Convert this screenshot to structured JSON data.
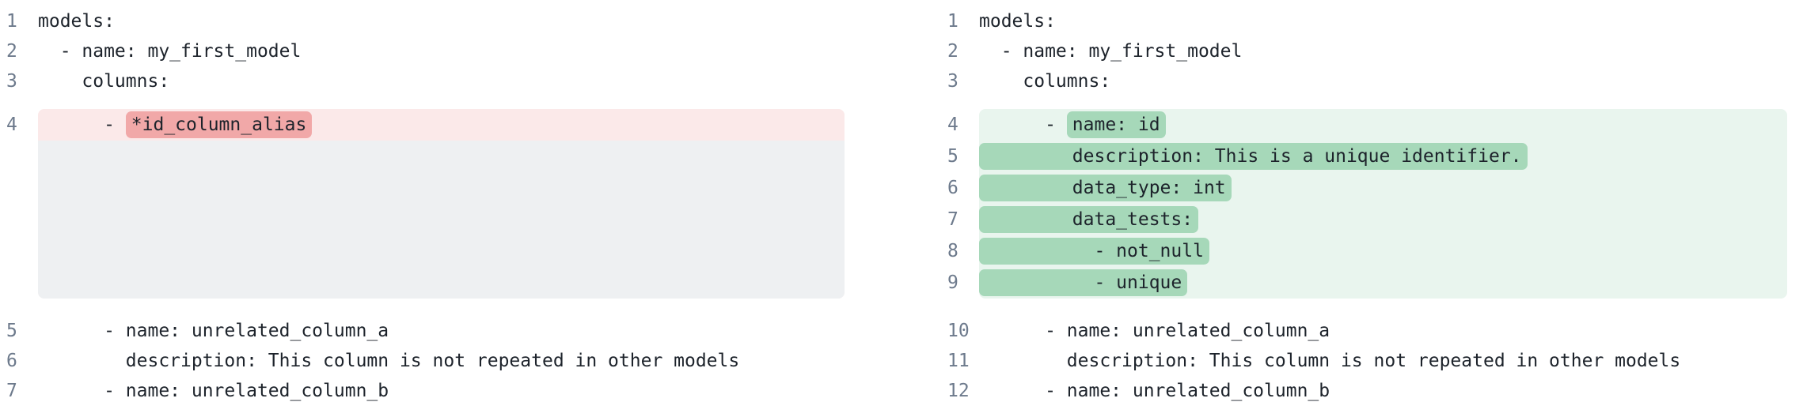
{
  "view": {
    "kind": "side-by-side-yaml-diff",
    "file_language": "yaml"
  },
  "colors": {
    "removed_row_bg": "#fbe9e9",
    "removed_token_bg": "#f1a8a8",
    "added_block_bg": "#e9f5ee",
    "added_token_bg": "#a6d8b9",
    "placeholder_bg": "#eef0f2",
    "line_number": "#6d7a8c",
    "code_text": "#1d232b"
  },
  "left_panel": {
    "top_lines": [
      {
        "num": "1",
        "code": "models:"
      },
      {
        "num": "2",
        "code": "  - name: my_first_model"
      },
      {
        "num": "3",
        "code": "    columns:"
      }
    ],
    "removed_line": {
      "num": "4",
      "pre": "      - ",
      "token": "*id_column_alias"
    },
    "bottom_lines": [
      {
        "num": "5",
        "code": "      - name: unrelated_column_a"
      },
      {
        "num": "6",
        "code": "        description: This column is not repeated in other models"
      },
      {
        "num": "7",
        "code": "      - name: unrelated_column_b"
      }
    ]
  },
  "right_panel": {
    "top_lines": [
      {
        "num": "1",
        "code": "models:"
      },
      {
        "num": "2",
        "code": "  - name: my_first_model"
      },
      {
        "num": "3",
        "code": "    columns:"
      }
    ],
    "added_lines": [
      {
        "num": "4",
        "pre": "      - ",
        "token": "name: id"
      },
      {
        "num": "5",
        "pre": "",
        "token": "        description: This is a unique identifier."
      },
      {
        "num": "6",
        "pre": "",
        "token": "        data_type: int"
      },
      {
        "num": "7",
        "pre": "",
        "token": "        data_tests:"
      },
      {
        "num": "8",
        "pre": "",
        "token": "          - not_null"
      },
      {
        "num": "9",
        "pre": "",
        "token": "          - unique"
      }
    ],
    "bottom_lines": [
      {
        "num": "10",
        "code": "      - name: unrelated_column_a"
      },
      {
        "num": "11",
        "code": "        description: This column is not repeated in other models"
      },
      {
        "num": "12",
        "code": "      - name: unrelated_column_b"
      }
    ]
  }
}
